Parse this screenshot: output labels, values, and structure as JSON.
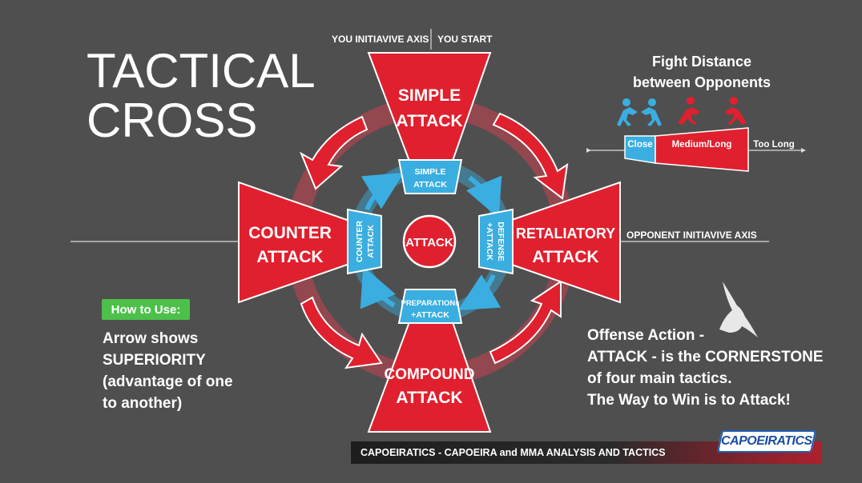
{
  "title": {
    "line1": "TACTICAL",
    "line2": "CROSS"
  },
  "axes": {
    "you_initiative": "YOU INITIAVIVE AXIS",
    "you_start": "YOU START",
    "opponent_initiative": "OPPONENT INITIAVIVE AXIS"
  },
  "tactics": {
    "simple": {
      "line1": "SIMPLE",
      "line2": "ATTACK"
    },
    "counter": {
      "line1": "COUNTER",
      "line2": "ATTACK"
    },
    "retaliatory": {
      "line1": "RETALIATORY",
      "line2": "ATTACK"
    },
    "compound": {
      "line1": "COMPOUND",
      "line2": "ATTACK"
    }
  },
  "inner": {
    "simple": {
      "line1": "SIMPLE",
      "line2": "ATTACK"
    },
    "counter": {
      "line1": "COUNTER",
      "line2": "ATTACK"
    },
    "defense": {
      "line1": "DEFENSE",
      "line2": "+ATTACK"
    },
    "preparations": {
      "line1": "PREPARATIONs",
      "line2": "+ATTACK"
    },
    "center": "ATTACK"
  },
  "fight_distance": {
    "title_line1": "Fight Distance",
    "title_line2": "between Opponents",
    "close": "Close",
    "medium": "Medium/Long",
    "too_long": "Too Long"
  },
  "how_to_use": {
    "badge": "How to Use:",
    "line1": "Arrow shows",
    "line2": "SUPERIORITY",
    "line3": "(advantage of one",
    "line4": "to another)"
  },
  "offense": {
    "line1": "Offense Action -",
    "line2": "ATTACK - is the CORNERSTONE",
    "line3": "of four main tactics.",
    "line4": "The Way to Win is to Attack!"
  },
  "footer": {
    "text": "CAPOEIRATICS - CAPOEIRA and MMA ANALYSIS AND TACTICS",
    "logo": "CAPOEIRATICS"
  },
  "colors": {
    "red": "#e0202e",
    "blue": "#3aaee0",
    "background": "#4f4f4f",
    "green": "#4dc04a"
  }
}
